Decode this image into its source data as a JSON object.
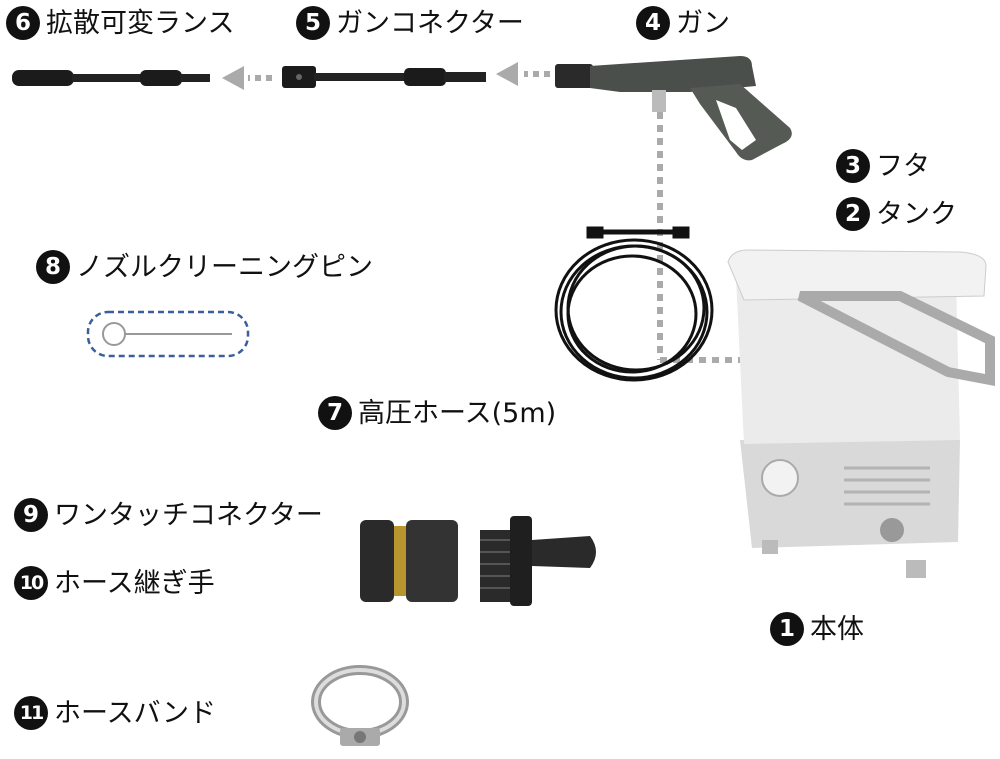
{
  "parts": [
    {
      "num": "❶",
      "num_text": "1",
      "name": "本体"
    },
    {
      "num_text": "2",
      "name": "タンク"
    },
    {
      "num_text": "3",
      "name": "フタ"
    },
    {
      "num_text": "4",
      "name": "ガン"
    },
    {
      "num_text": "5",
      "name": "ガンコネクター"
    },
    {
      "num_text": "6",
      "name": "拡散可変ランス"
    },
    {
      "num_text": "7",
      "name": "高圧ホース(5m)"
    },
    {
      "num_text": "8",
      "name": "ノズルクリーニングピン"
    },
    {
      "num_text": "9",
      "name": "ワンタッチコネクター"
    },
    {
      "num_text": "10",
      "name": "ホース継ぎ手"
    },
    {
      "num_text": "11",
      "name": "ホースバンド"
    }
  ],
  "colors": {
    "badge": "#111111",
    "arrow": "#aaaaaa",
    "pin_outline": "#3a5f9a",
    "body": "#d9d9d9",
    "tank": "#ebebeb"
  },
  "icons": [
    "lance",
    "gun-connector",
    "spray-gun",
    "high-pressure-hose",
    "cleaning-pin",
    "one-touch-connector",
    "hose-coupling",
    "hose-clamp",
    "washer-unit"
  ]
}
